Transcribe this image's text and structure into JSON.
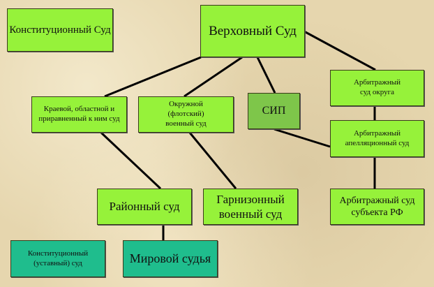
{
  "nodes": {
    "constitutional": "Конституционный Суд",
    "supreme": "Верховный Суд",
    "regional": "Краевой, областной и приравненный к ним суд",
    "military_district": "Окружной (флотский) военный суд",
    "sip": "СИП",
    "arbitration_district": "Арбитражный суд округа",
    "arbitration_appeal": "Арбитражный апелляционный суд",
    "district": "Районный суд",
    "garrison": "Гарнизонный военный суд",
    "arbitration_subject": "Арбитражный суд субъекта РФ",
    "constitutional_charter": "Конституционный (уставный) суд",
    "magistrate": "Мировой судья"
  },
  "colors": {
    "box": "#96f23a",
    "teal": "#1fbd8d",
    "sip": "#7ec64a",
    "background": "#e6d6ae"
  }
}
